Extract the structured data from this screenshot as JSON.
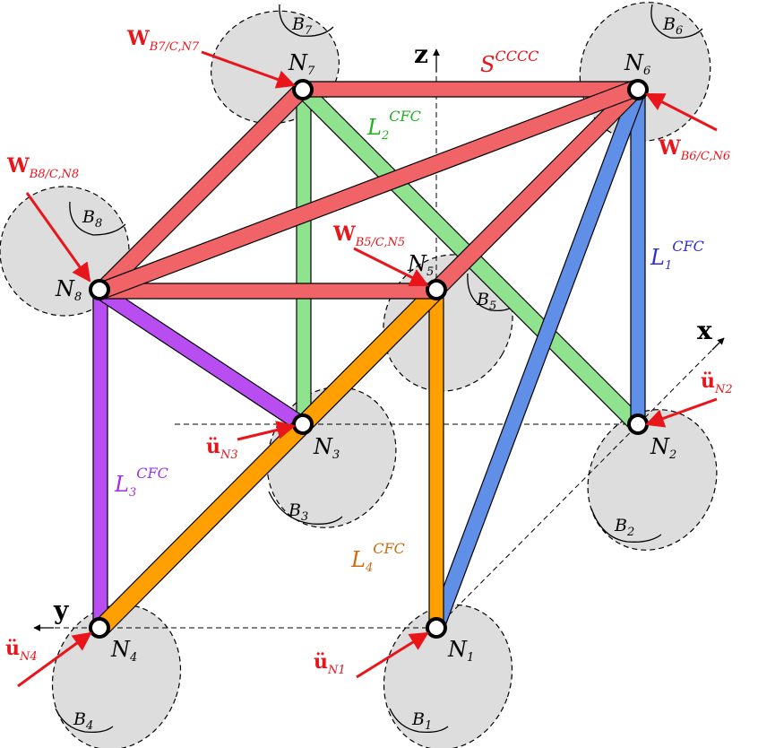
{
  "axes": {
    "x": "x",
    "y": "y",
    "z": "z"
  },
  "nodes": [
    "N1",
    "N2",
    "N3",
    "N4",
    "N5",
    "N6",
    "N7",
    "N8"
  ],
  "bodies": [
    "B1",
    "B2",
    "B3",
    "B4",
    "B5",
    "B6",
    "B7",
    "B8"
  ],
  "labels": {
    "cable1": "L1CFC",
    "cable2": "L2CFC",
    "cable3": "L3CFC",
    "cable4": "L4CFC",
    "structure": "SCCCC",
    "wrench5": "WB5/C,N5",
    "wrench6": "WB6/C,N6",
    "wrench7": "WB7/C,N7",
    "wrench8": "WB8/C,N8",
    "acc1": "üN1",
    "acc2": "üN2",
    "acc3": "üN3",
    "acc4": "üN4"
  },
  "colors": {
    "structure": "#f06467",
    "cable1": "#5f8fe6",
    "cable2": "#8fe38f",
    "cable3": "#b84ef2",
    "cable4": "#ffa000",
    "body": "#dddddd",
    "arrow": "#e8151b"
  }
}
